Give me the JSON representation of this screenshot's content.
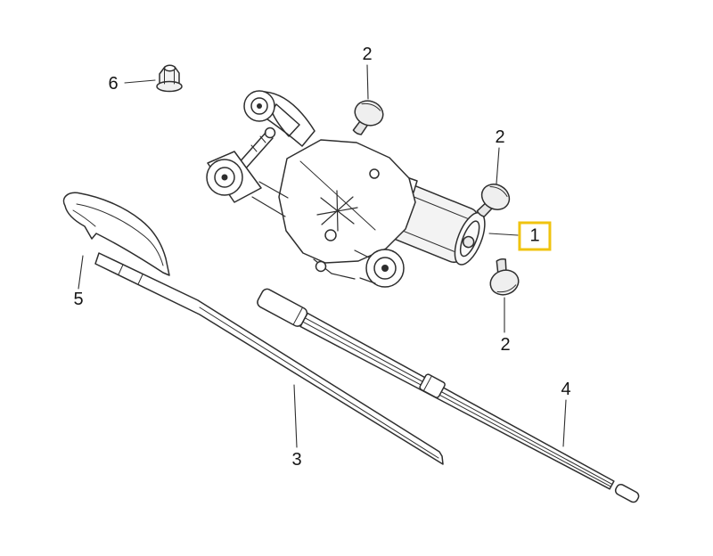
{
  "diagram": {
    "type": "exploded-parts-diagram",
    "subject": "rear-window-wiper-assembly",
    "background_color": "#ffffff",
    "line_color": "#2e2e2e",
    "highlight_color": "#f0c30f",
    "callouts": [
      {
        "label": "1",
        "part": "wiper-motor",
        "highlighted": true
      },
      {
        "label": "2",
        "part": "spindle-cap-top",
        "highlighted": false
      },
      {
        "label": "2",
        "part": "spindle-cap-right",
        "highlighted": false
      },
      {
        "label": "2",
        "part": "spindle-cap-bottom",
        "highlighted": false
      },
      {
        "label": "3",
        "part": "wiper-arm",
        "highlighted": false
      },
      {
        "label": "4",
        "part": "wiper-blade",
        "highlighted": false
      },
      {
        "label": "5",
        "part": "wiper-arm-cover",
        "highlighted": false
      },
      {
        "label": "6",
        "part": "spindle-nut",
        "highlighted": false
      }
    ]
  }
}
